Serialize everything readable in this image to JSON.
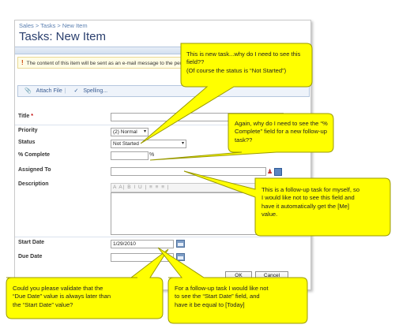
{
  "breadcrumb": "Sales > Tasks > New Item",
  "title": "Tasks: New Item",
  "notice": "The content of this item will be sent as an e-mail message to the perso",
  "toolbar": {
    "attach": "Attach File",
    "spelling": "Spelling..."
  },
  "fields": {
    "title": {
      "label": "Title",
      "required": "*"
    },
    "priority": {
      "label": "Priority",
      "value": "(2) Normal"
    },
    "status": {
      "label": "Status",
      "value": "Not Started"
    },
    "percent": {
      "label": "% Complete",
      "unit": "%"
    },
    "assigned": {
      "label": "Assigned To"
    },
    "description": {
      "label": "Description",
      "toolbar": "A A| B I U | ≡ ≡ ≡ |"
    },
    "start_date": {
      "label": "Start Date",
      "value": "1/29/2010"
    },
    "due_date": {
      "label": "Due Date"
    }
  },
  "buttons": {
    "ok": "OK",
    "cancel": "Cancel"
  },
  "callouts": {
    "c1": {
      "l1": "This is new task...why do I need to see this",
      "l2": "field??",
      "l3": "(Of course the status is “Not Started”)"
    },
    "c2": {
      "l1": "Again, why do I need to see the “%",
      "l2": "Complete” field for a new follow-up",
      "l3": "task??"
    },
    "c3": {
      "l1": "This is a follow-up task for myself, so",
      "l2": "I would like not to see this field and",
      "l3": "have it automatically get the [Me]",
      "l4": "value."
    },
    "c4": {
      "l1": "Could you please validate that the",
      "l2": "“Due Date” value is always later than",
      "l3": "the “Start Date” value?"
    },
    "c5": {
      "l1": "For a follow-up task I would like not",
      "l2": "to see the “Start Date” field, and",
      "l3": "have it be equal to [Today]"
    }
  },
  "colors": {
    "callout_fill": "#ffff00",
    "callout_stroke": "#9a9a00",
    "title_color": "#2a3f6e"
  }
}
